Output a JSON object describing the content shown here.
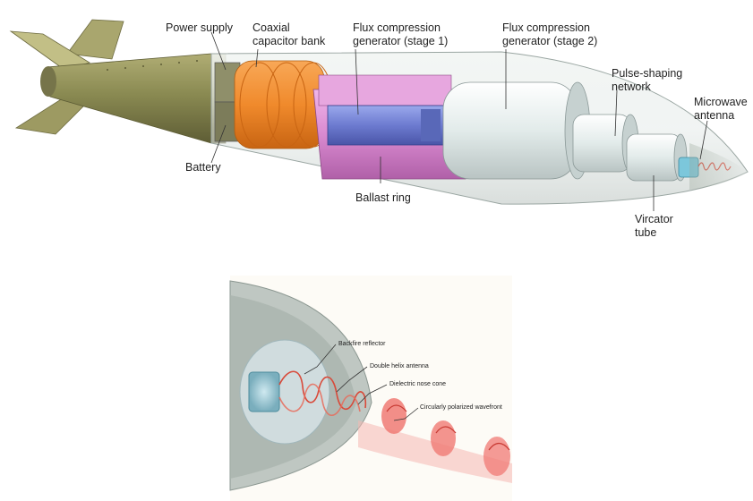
{
  "top_diagram": {
    "labels": {
      "power_supply": [
        "Power supply"
      ],
      "coaxial_capacitor_bank": [
        "Coaxial",
        "capacitor bank"
      ],
      "flux_stage1": [
        "Flux compression",
        "generator (stage 1)"
      ],
      "flux_stage2": [
        "Flux compression",
        "generator (stage 2)"
      ],
      "pulse_shaping": [
        "Pulse-shaping",
        "network"
      ],
      "microwave_antenna": [
        "Microwave",
        "antenna"
      ],
      "battery": [
        "Battery"
      ],
      "ballast_ring": [
        "Ballast ring"
      ],
      "vircator_tube": [
        "Vircator",
        "tube"
      ]
    }
  },
  "bottom_diagram": {
    "labels": {
      "backfire_reflector": "Backfire reflector",
      "double_helix_antenna": "Double helix antenna",
      "dielectric_nose_cone": "Dielectric nose cone",
      "circular_wavefront": "Circularly polarized wavefront"
    }
  },
  "colors": {
    "bomb_body": "#8a8a52",
    "capacitor_bank": "#f08a2c",
    "ballast_ring": "#d98ad0",
    "stage1_core": "#6d7bd0",
    "stage2_cylinder": "#dde8e8",
    "antenna_helix": "#d84a3a",
    "wavefront": "#f07a74",
    "bottom_panel": "#fdfbf6"
  }
}
